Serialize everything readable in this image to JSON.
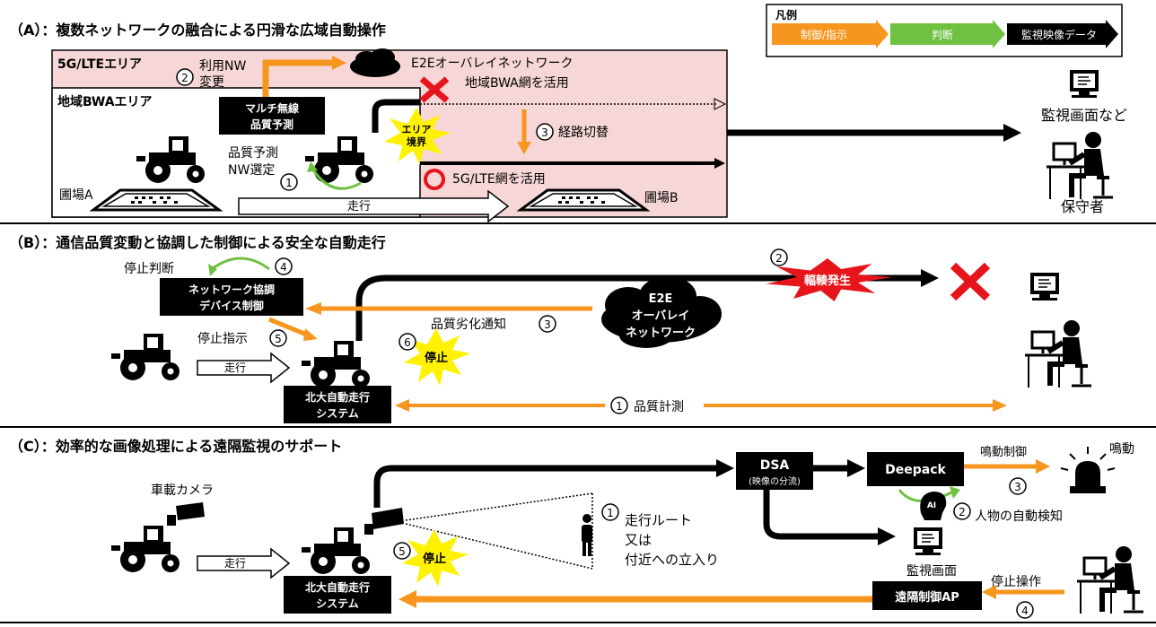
{
  "sectionA": {
    "title": "（A）：複数ネットワークの融合による円滑な広域自動操作",
    "area_5g": "5G/LTEエリア",
    "area_bwa": "地域BWAエリア",
    "nw_change_1": "利用NW",
    "nw_change_2": "変更",
    "nw_change_num": "2",
    "e2e_overlay": "E2Eオーバレイネットワーク",
    "bwa_use": "地域BWA網を活用",
    "multi_1": "マルチ無線",
    "multi_2": "品質予測",
    "area_border_1": "エリア",
    "area_border_2": "境界",
    "quality_1": "品質予測",
    "quality_2": "NW選定",
    "quality_num": "1",
    "route_switch": "経路切替",
    "route_switch_num": "3",
    "lte_use": "5G/LTE網を活用",
    "field_a": "圃場A",
    "field_b": "圃場B",
    "drive": "走行",
    "monitor": "監視画面など",
    "maintainer": "保守者"
  },
  "legend": {
    "title": "凡例",
    "control": "制御/指示",
    "judge": "判断",
    "video": "監視映像データ",
    "colors": {
      "control": "#F7961E",
      "judge": "#70C142",
      "video": "#000000"
    }
  },
  "sectionB": {
    "title": "（B）：通信品質変動と協調した制御による安全な自動走行",
    "stop_judge": "停止判断",
    "stop_judge_num": "4",
    "nw_coop_1": "ネットワーク協調",
    "nw_coop_2": "デバイス制御",
    "congestion": "輻輳発生",
    "congestion_num": "2",
    "e2e_1": "E2E",
    "e2e_2": "オーバレイ",
    "e2e_3": "ネットワーク",
    "degrade": "品質劣化通知",
    "degrade_num": "3",
    "stop_order": "停止指示",
    "stop_order_num": "5",
    "stop": "停止",
    "stop_num": "6",
    "drive": "走行",
    "system_1": "北大自動走行",
    "system_2": "システム",
    "measure": "品質計測",
    "measure_num": "1"
  },
  "sectionC": {
    "title": "（C）：効率的な画像処理による遠隔監視のサポート",
    "dsa": "DSA",
    "dsa_sub": "(映像の分流)",
    "deepack": "Deepack",
    "alarm_ctrl": "鳴動制御",
    "alarm": "鳴動",
    "alarm_num": "3",
    "ai": "AI",
    "detect": "人物の自動検知",
    "detect_num": "2",
    "camera": "車載カメラ",
    "route_num": "1",
    "route_1": "走行ルート",
    "route_2": "又は",
    "route_3": "付近への立入り",
    "stop": "停止",
    "stop_num": "5",
    "drive": "走行",
    "monitor": "監視画面",
    "stop_op": "停止操作",
    "stop_op_num": "4",
    "remote_ap": "遠隔制御AP",
    "system_1": "北大自動走行",
    "system_2": "システム"
  }
}
